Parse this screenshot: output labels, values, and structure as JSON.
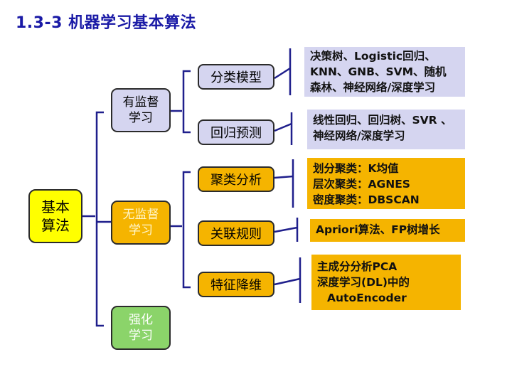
{
  "title": "1.3-3 机器学习基本算法",
  "root": {
    "line1": "基本",
    "line2": "算法"
  },
  "categories": {
    "supervised": {
      "line1": "有监督",
      "line2": "学习"
    },
    "unsupervised": {
      "line1": "无监督",
      "line2": "学习"
    },
    "reinforcement": {
      "line1": "强化",
      "line2": "学习"
    }
  },
  "tasks": {
    "classification": "分类模型",
    "regression": "回归预测",
    "clustering": "聚类分析",
    "association": "关联规则",
    "dim_reduction": "特征降维"
  },
  "algorithms": {
    "classification": [
      "决策树、Logistic回归、",
      "KNN、GNB、SVM、随机",
      "森林、神经网络/深度学习"
    ],
    "regression": [
      "线性回归、回归树、SVR 、",
      "神经网络/深度学习"
    ],
    "clustering": [
      "划分聚类：K均值",
      "层次聚类：AGNES",
      "密度聚类：DBSCAN"
    ],
    "association": [
      "Apriori算法、FP树增长"
    ],
    "dim_reduction": [
      "主成分分析PCA",
      "深度学习(DL)中的",
      "AutoEncoder"
    ]
  },
  "colors": {
    "title": "#1a1aa6",
    "bracket": "#1f1f8c",
    "supervised_fill": "#d5d5f0",
    "unsupervised_fill": "#f5b400",
    "reinforcement_fill": "#8bd46a",
    "root_fill": "#ffff00"
  }
}
